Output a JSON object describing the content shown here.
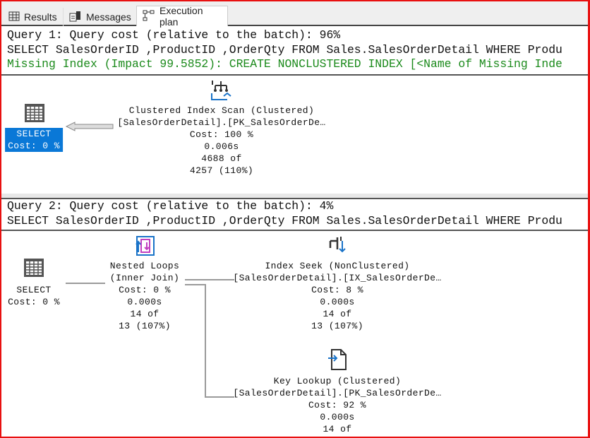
{
  "tabs": [
    {
      "label": "Results",
      "icon": "grid-icon"
    },
    {
      "label": "Messages",
      "icon": "messages-icon"
    },
    {
      "label": "Execution plan",
      "icon": "plan-icon",
      "active": true
    }
  ],
  "query1": {
    "header": "Query 1: Query cost (relative to the batch): 96%",
    "sql": "SELECT SalesOrderID ,ProductID ,OrderQty FROM Sales.SalesOrderDetail WHERE Produ",
    "missing_index": "Missing Index (Impact 99.5852): CREATE NONCLUSTERED INDEX [<Name of Missing Inde",
    "select": {
      "label": "SELECT",
      "cost": "Cost: 0 %"
    },
    "scan": {
      "title": "Clustered Index Scan (Clustered)",
      "object": "[SalesOrderDetail].[PK_SalesOrderDe…",
      "cost": "Cost: 100 %",
      "time": "0.006s",
      "rows": "4688 of",
      "est": "4257 (110%)"
    }
  },
  "query2": {
    "header": "Query 2: Query cost (relative to the batch): 4%",
    "sql": "SELECT SalesOrderID ,ProductID ,OrderQty FROM Sales.SalesOrderDetail WHERE Produ",
    "select": {
      "label": "SELECT",
      "cost": "Cost: 0 %"
    },
    "loops": {
      "title": "Nested Loops",
      "sub": "(Inner Join)",
      "cost": "Cost: 0 %",
      "time": "0.000s",
      "rows": "14 of",
      "est": "13 (107%)"
    },
    "seek": {
      "title": "Index Seek (NonClustered)",
      "object": "[SalesOrderDetail].[IX_SalesOrderDe…",
      "cost": "Cost: 8 %",
      "time": "0.000s",
      "rows": "14 of",
      "est": "13 (107%)"
    },
    "lookup": {
      "title": "Key Lookup (Clustered)",
      "object": "[SalesOrderDetail].[PK_SalesOrderDe…",
      "cost": "Cost: 92 %",
      "time": "0.000s",
      "rows": "14 of"
    }
  },
  "colors": {
    "accent": "#0a78d7",
    "missing_index": "#1b8a1b",
    "frame": "#e81010"
  }
}
